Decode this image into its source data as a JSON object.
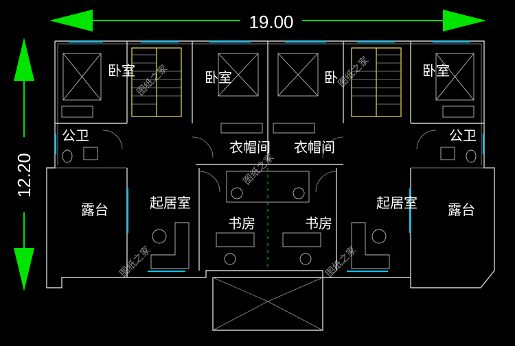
{
  "dimensions": {
    "width_label": "19.00",
    "height_label": "12.20"
  },
  "rooms": [
    {
      "id": "bedroom-1",
      "label": "卧室"
    },
    {
      "id": "bedroom-2",
      "label": "卧室"
    },
    {
      "id": "bedroom-3",
      "label": "卧"
    },
    {
      "id": "bedroom-4",
      "label": "卧室"
    },
    {
      "id": "toilet-left",
      "label": "公卫"
    },
    {
      "id": "toilet-right",
      "label": "公卫"
    },
    {
      "id": "closet-left",
      "label": "衣帽间"
    },
    {
      "id": "closet-right",
      "label": "衣帽间"
    },
    {
      "id": "terrace-left",
      "label": "露台"
    },
    {
      "id": "living-left",
      "label": "起居室"
    },
    {
      "id": "study-left",
      "label": "书房"
    },
    {
      "id": "study-right",
      "label": "书房"
    },
    {
      "id": "living-right",
      "label": "起居室"
    },
    {
      "id": "terrace-right",
      "label": "露台"
    }
  ],
  "watermark": "图纸之家",
  "colors": {
    "background": "#000000",
    "dimension_arrow": "#00e400",
    "wall": "#cfcfcf",
    "window": "#00c8ff",
    "stair": "#f0e050"
  }
}
